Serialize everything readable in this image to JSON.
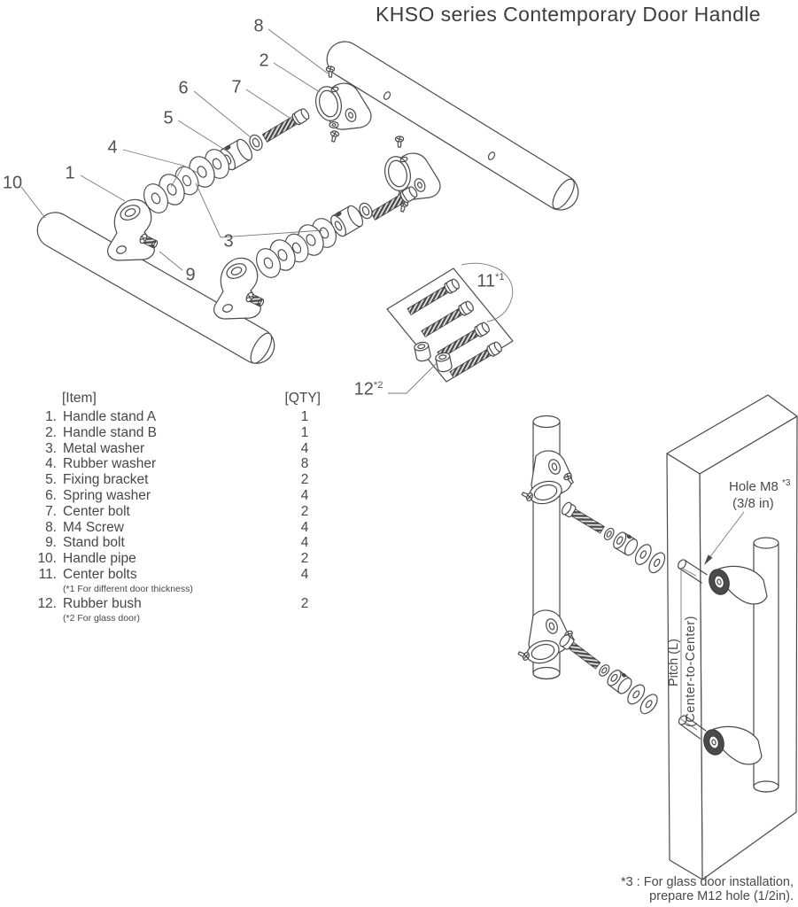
{
  "title": "KHSO series Contemporary Door Handle",
  "colors": {
    "ink": "#4a4a4a",
    "leader": "#787878",
    "background": "#ffffff"
  },
  "parts_list": {
    "item_header": "[Item]",
    "qty_header": "[QTY]",
    "items": [
      {
        "num": "1.",
        "label": "Handle stand A",
        "qty": "1"
      },
      {
        "num": "2.",
        "label": "Handle stand B",
        "qty": "1"
      },
      {
        "num": "3.",
        "label": "Metal washer",
        "qty": "4"
      },
      {
        "num": "4.",
        "label": "Rubber washer",
        "qty": "8"
      },
      {
        "num": "5.",
        "label": "Fixing bracket",
        "qty": "2"
      },
      {
        "num": "6.",
        "label": "Spring washer",
        "qty": "4"
      },
      {
        "num": "7.",
        "label": "Center bolt",
        "qty": "2"
      },
      {
        "num": "8.",
        "label": "M4 Screw",
        "qty": "4"
      },
      {
        "num": "9.",
        "label": "Stand bolt",
        "qty": "4"
      },
      {
        "num": "10.",
        "label": "Handle pipe",
        "qty": "2"
      },
      {
        "num": "11.",
        "label": "Center bolts",
        "qty": "4",
        "note": "(*1 For different door thickness)"
      },
      {
        "num": "12.",
        "label": "Rubber bush",
        "qty": "2",
        "note": "(*2 For glass door)"
      }
    ]
  },
  "callouts": {
    "n1": "1",
    "n2": "2",
    "n3": "3",
    "n4": "4",
    "n5": "5",
    "n6": "6",
    "n7": "7",
    "n8": "8",
    "n9": "9",
    "n10": "10",
    "n11": "11",
    "sup11": "*1",
    "n12": "12",
    "sup12": "*2"
  },
  "installation": {
    "hole_label": "Hole M8",
    "hole_sup": "*3",
    "hole_size": "(3/8 in)",
    "pitch_line1": "Pitch (L)",
    "pitch_line2": "(Center-to-Center)",
    "footnote_line1": "*3 : For glass door installation,",
    "footnote_line2": "prepare M12 hole (1/2in)."
  }
}
